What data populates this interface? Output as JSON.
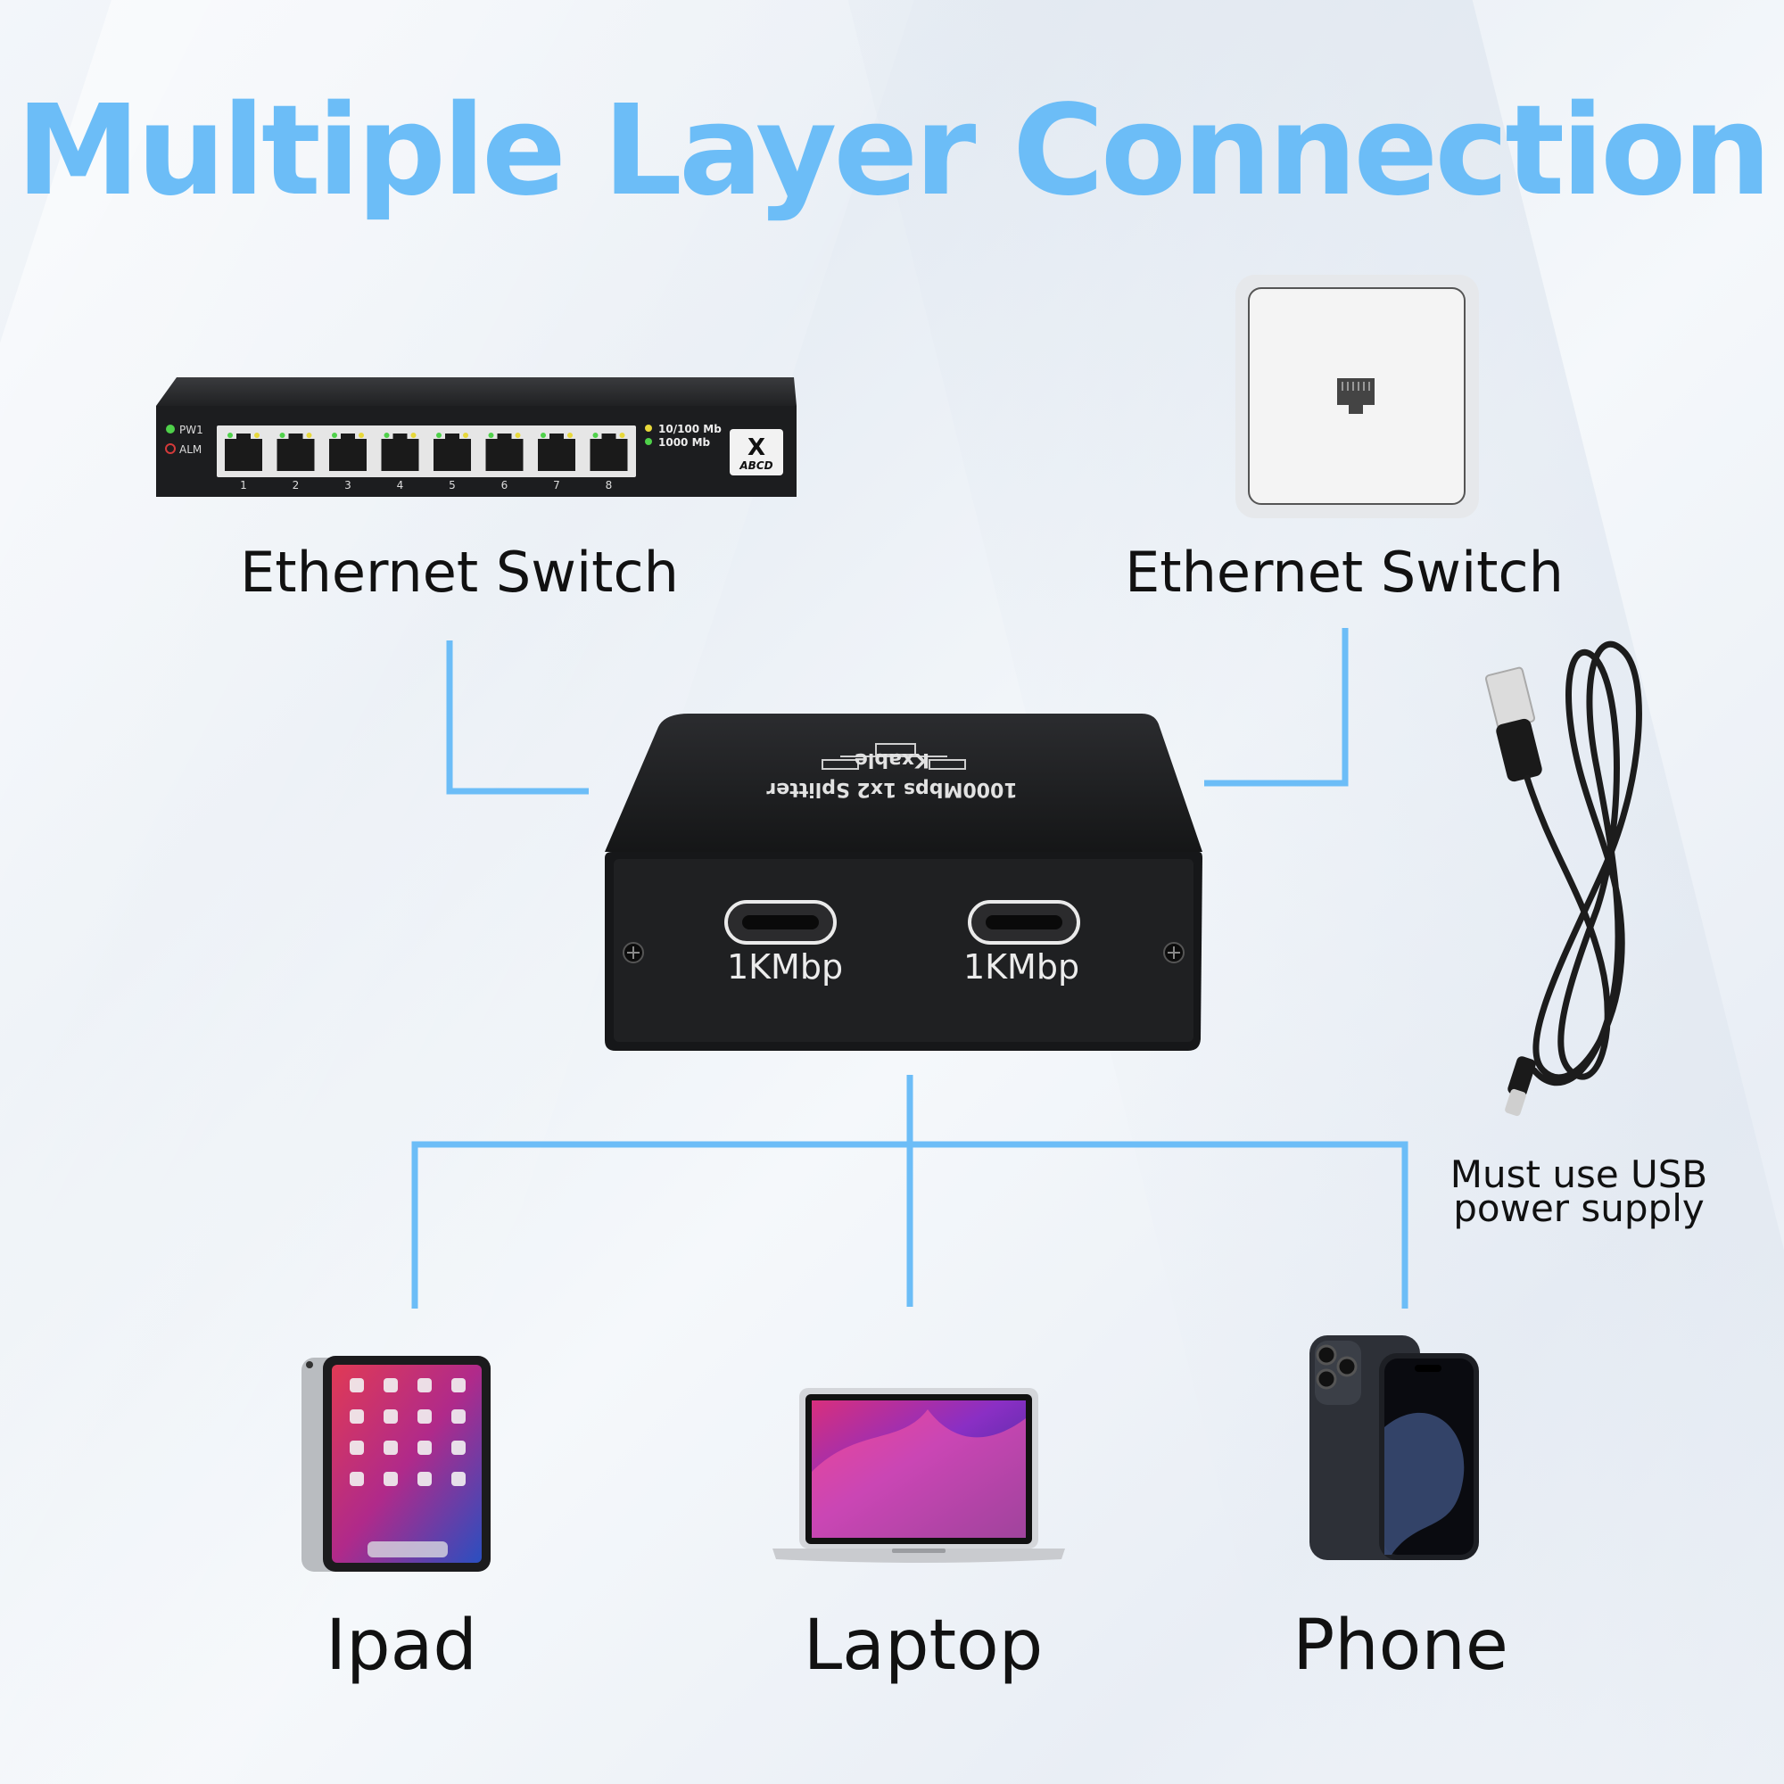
{
  "title": "Multiple Layer Connection",
  "colors": {
    "accent": "#6cbdf7",
    "device_body": "#1d1e20",
    "text": "#111111"
  },
  "top_devices": [
    {
      "label": "Ethernet Switch",
      "icon": "ethernet-switch-icon"
    },
    {
      "label": "Ethernet Switch",
      "icon": "wall-jack-icon"
    }
  ],
  "switch_device": {
    "status_leds": [
      "PW1",
      "ALM"
    ],
    "speed_legend": [
      "10/100 Mb",
      "1000 Mb"
    ],
    "port_numbers": [
      "1",
      "2",
      "3",
      "4",
      "5",
      "6",
      "7",
      "8"
    ],
    "logo_letter": "X",
    "logo_text": "ABCD"
  },
  "splitter": {
    "brand": "Kxable",
    "model": "1000Mbps 1x2 Splitter",
    "ports": [
      "1KMbp",
      "1KMbp"
    ]
  },
  "usb_note": [
    "Must use USB",
    "power supply"
  ],
  "bottom_devices": [
    {
      "label": "Ipad",
      "icon": "tablet-icon"
    },
    {
      "label": "Laptop",
      "icon": "laptop-icon"
    },
    {
      "label": "Phone",
      "icon": "phone-icon"
    }
  ]
}
